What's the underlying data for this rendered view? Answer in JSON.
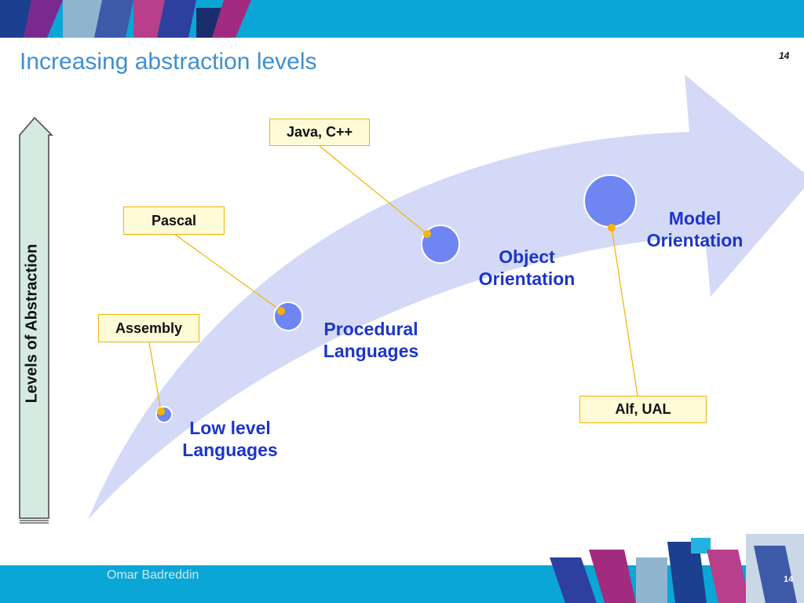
{
  "slide": {
    "title": "Increasing abstraction levels",
    "page_number": "14",
    "footer_author": "Omar Badreddin"
  },
  "axis": {
    "label": "Levels of Abstraction"
  },
  "stages": [
    {
      "line1": "Low level",
      "line2": "Languages"
    },
    {
      "line1": "Procedural",
      "line2": "Languages"
    },
    {
      "line1": "Object",
      "line2": "Orientation"
    },
    {
      "line1": "Model",
      "line2": "Orientation"
    }
  ],
  "callouts": [
    {
      "text": "Assembly"
    },
    {
      "text": "Pascal"
    },
    {
      "text": "Java, C++"
    },
    {
      "text": "Alf, UAL"
    }
  ],
  "colors": {
    "band": "#0aa6d6",
    "title": "#3f8fd2",
    "stage_text": "#1c35c9",
    "big_arrow": "#d4d9f7",
    "circle_fill": "#6f86f2",
    "callout_fill": "#fffbd6",
    "callout_border": "#f0b400",
    "axis_arrow_fill": "#d5ebe2"
  }
}
